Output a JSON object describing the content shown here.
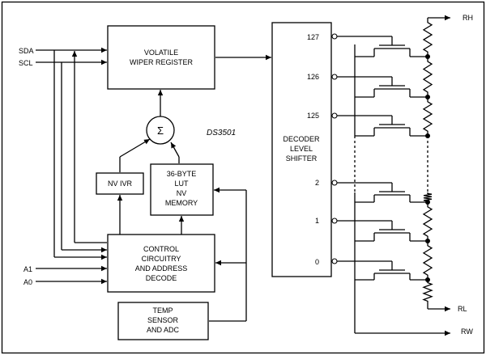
{
  "part_number": "DS3501",
  "blocks": {
    "volatile_wiper_register": [
      "VOLATILE",
      "WIPER REGISTER"
    ],
    "summer": "Σ",
    "nv_ivr": "NV IVR",
    "lut_nv_memory": [
      "36-BYTE",
      "LUT",
      "NV",
      "MEMORY"
    ],
    "control": [
      "CONTROL",
      "CIRCUITRY",
      "AND ADDRESS",
      "DECODE"
    ],
    "temp_sensor": [
      "TEMP",
      "SENSOR",
      "AND ADC"
    ],
    "decoder": [
      "DECODER",
      "LEVEL",
      "SHIFTER"
    ]
  },
  "pins_left": [
    "SDA",
    "SCL",
    "A1",
    "A0"
  ],
  "pins_right": [
    "RH",
    "RL",
    "RW"
  ],
  "taps": [
    "127",
    "126",
    "125",
    "2",
    "1",
    "0"
  ]
}
